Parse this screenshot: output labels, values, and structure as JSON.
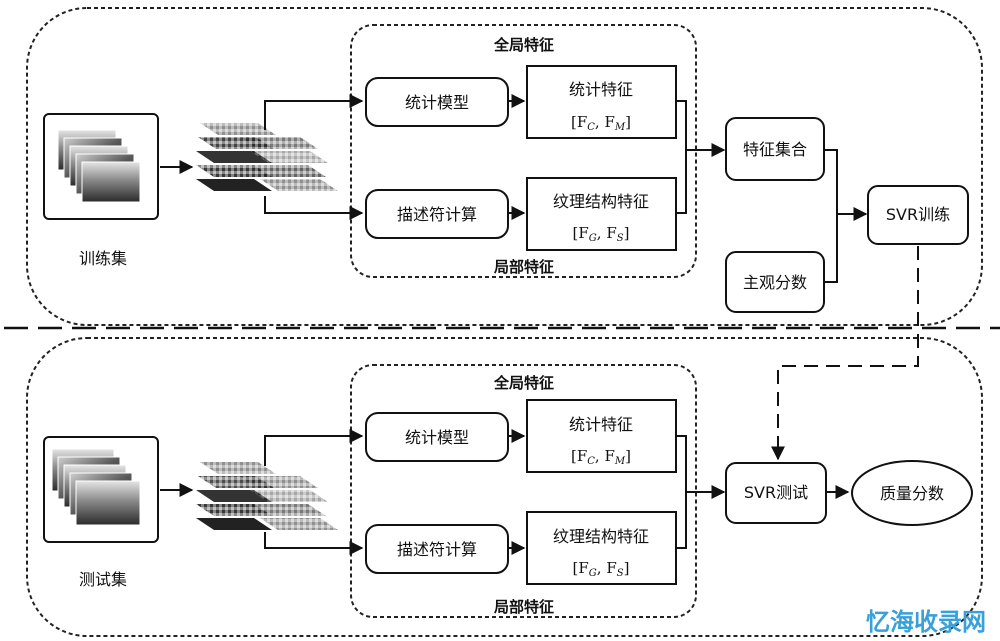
{
  "train": {
    "set_label": "训练集",
    "global_feature_label": "全局特征",
    "local_feature_label": "局部特征",
    "stat_model": "统计模型",
    "stat_feature": "统计特征",
    "stat_feature_formula": "[F_C, F_M]",
    "descriptor": "描述符计算",
    "texture_feature": "纹理结构特征",
    "texture_feature_formula": "[F_G, F_S]",
    "feature_set": "特征集合",
    "subjective_score": "主观分数",
    "svr": "SVR训练"
  },
  "test": {
    "set_label": "测试集",
    "global_feature_label": "全局特征",
    "local_feature_label": "局部特征",
    "stat_model": "统计模型",
    "stat_feature": "统计特征",
    "stat_feature_formula": "[F_C, F_M]",
    "descriptor": "描述符计算",
    "texture_feature": "纹理结构特征",
    "texture_feature_formula": "[F_G, F_S]",
    "svr": "SVR测试",
    "quality_score": "质量分数"
  },
  "watermark": "忆海收录网",
  "colors": {
    "line": "#111111",
    "watermark": "#3aa0d8"
  }
}
